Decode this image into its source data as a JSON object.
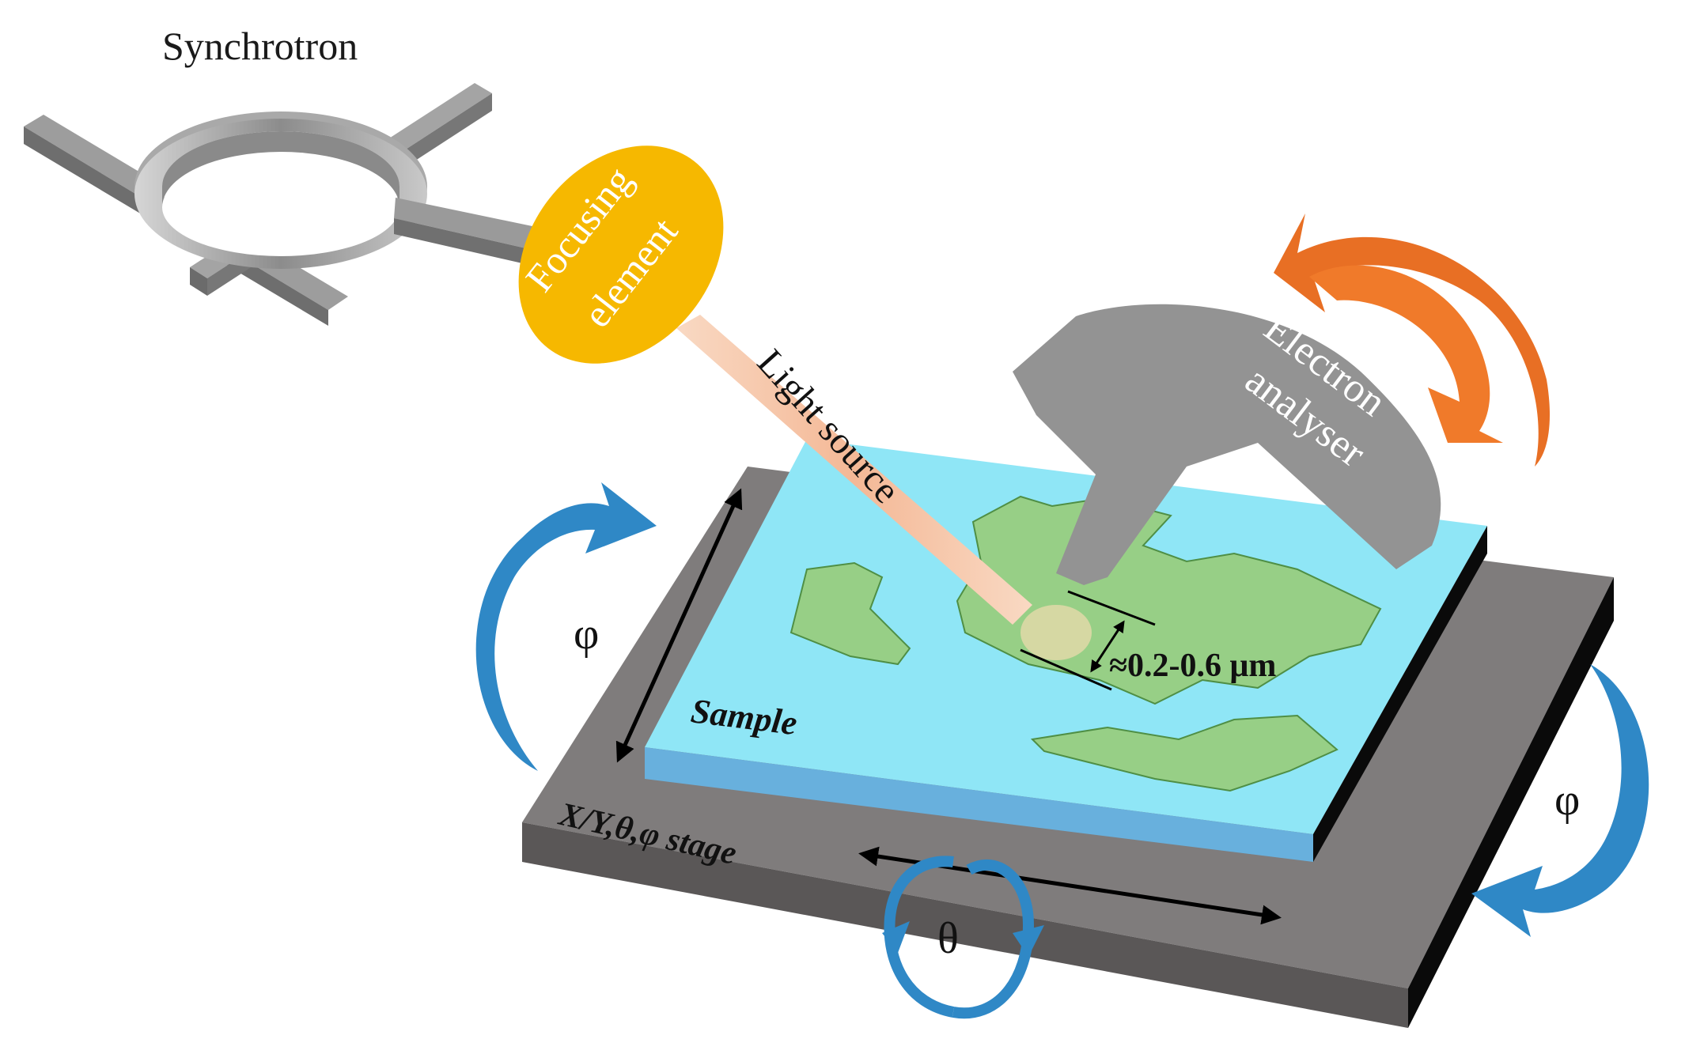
{
  "labels": {
    "synchrotron": "Synchrotron",
    "focusing_line1": "Focusing",
    "focusing_line2": "element",
    "light_source": "Light source",
    "analyser_line1": "Electron",
    "analyser_line2": "analyser",
    "sample": "Sample",
    "spot_size": "≈0.2-0.6 μm",
    "stage": "X/Y,θ,φ stage",
    "phi_left": "φ",
    "phi_right": "φ",
    "theta": "θ"
  },
  "colors": {
    "synchrotron": "#9a9a9a",
    "focusing_element": "#f6b800",
    "light_beam": "#f6c7a8",
    "analyser": "#939393",
    "sample_top": "#8fe6f6",
    "sample_side": "#6ab4de",
    "sample_islands": "#97cf86",
    "stage_top": "#7f7c7c",
    "stage_edge": "#0a0a0a",
    "blue_arrows": "#2f88c6",
    "orange_arrows": "#e86f24",
    "text_white": "#ffffff",
    "text_dark": "#111111"
  },
  "icons": {
    "synchrotron": "synchrotron-ring-icon",
    "rotation_arrows": "curved-arrow-icon",
    "translation_arrows": "double-arrow-icon"
  }
}
